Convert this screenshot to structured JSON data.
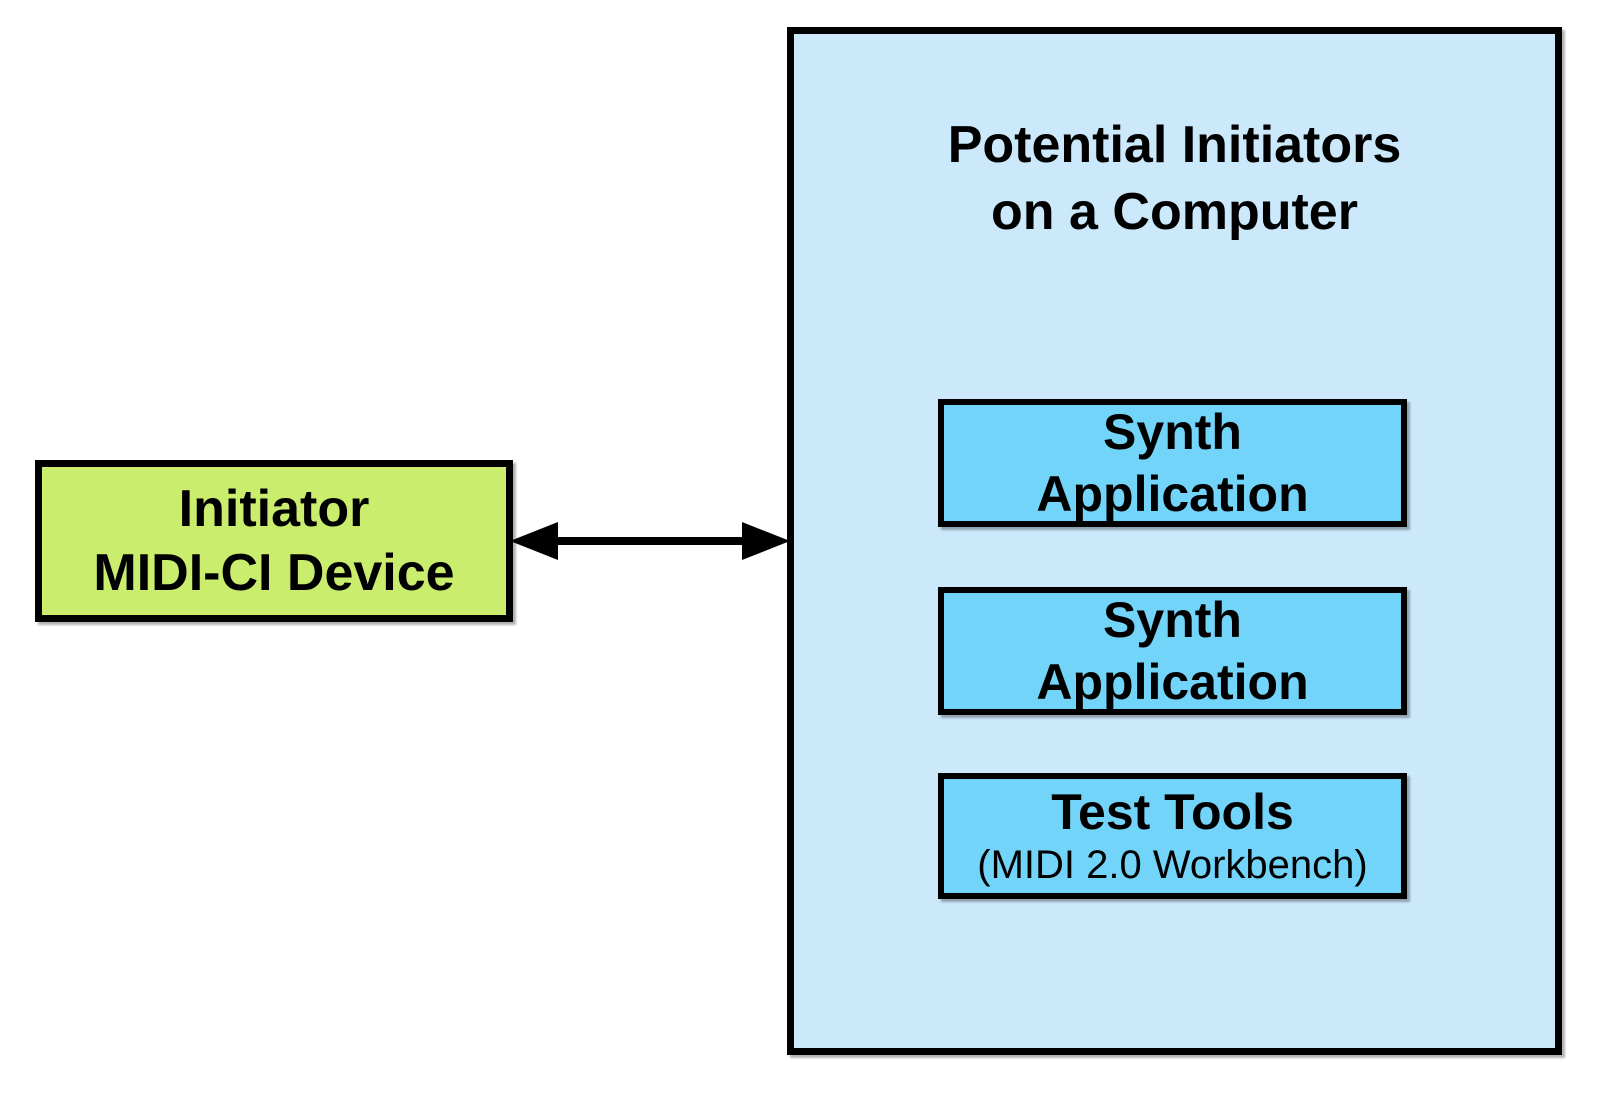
{
  "diagram": {
    "initiator_box": {
      "lines": [
        "Initiator",
        "MIDI-CI Device"
      ],
      "fill": "#caed6e",
      "border": "#000000"
    },
    "connector": {
      "type": "bidirectional-arrow",
      "color": "#000000"
    },
    "computer_box": {
      "title_lines": [
        "Potential Initiators",
        "on a Computer"
      ],
      "fill": "#cbe9fb",
      "border": "#000000",
      "child_fill": "#73d4fa",
      "children": [
        {
          "lines": [
            "Synth",
            "Application"
          ]
        },
        {
          "lines": [
            "Synth",
            "Application"
          ]
        },
        {
          "lines": [
            "Test Tools",
            "(MIDI 2.0 Workbench)"
          ]
        }
      ]
    }
  }
}
